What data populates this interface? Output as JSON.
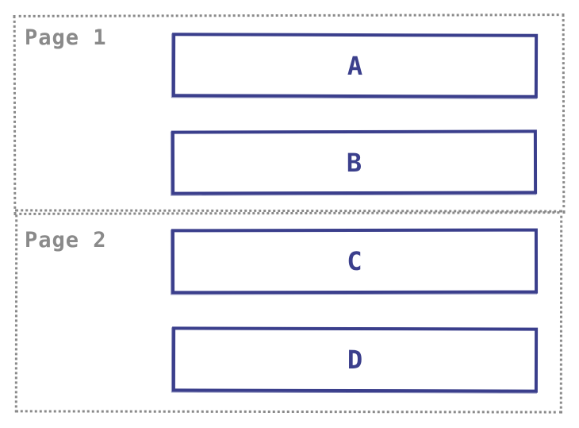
{
  "pages": [
    {
      "label": "Page 1",
      "items": [
        "A",
        "B"
      ]
    },
    {
      "label": "Page 2",
      "items": [
        "C",
        "D"
      ]
    }
  ],
  "colors": {
    "frame": "#8a8a8a",
    "box": "#3b3f8c",
    "background": "#ffffff"
  }
}
